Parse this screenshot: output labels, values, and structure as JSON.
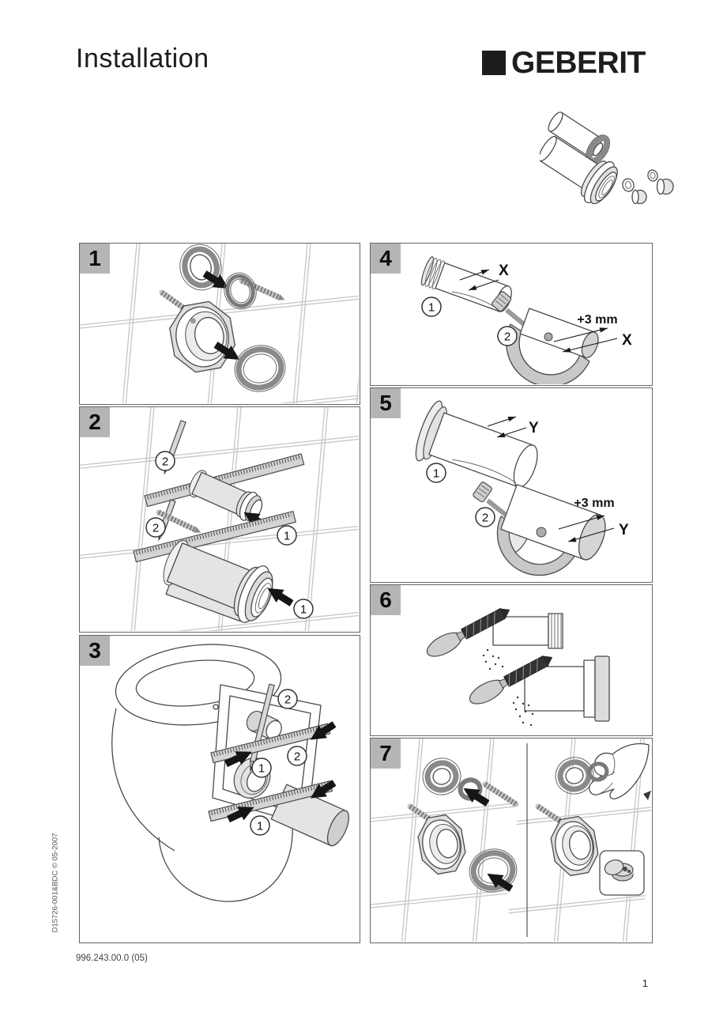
{
  "header": {
    "title": "Installation",
    "brand": "GEBERIT"
  },
  "sidebar_code": "D15726-001&BDC © 05-2007",
  "footer": {
    "article_code": "996.243.00.0 (05)",
    "page_number": "1"
  },
  "steps": {
    "s1": {
      "num": "1"
    },
    "s2": {
      "num": "2",
      "marker_pipe": "1",
      "marker_mark": "2"
    },
    "s3": {
      "num": "3",
      "marker_pipe": "1",
      "marker_mark": "2"
    },
    "s4": {
      "num": "4",
      "marker_pipe": "1",
      "marker_cutter": "2",
      "dim": "X",
      "offset": "+3 mm"
    },
    "s5": {
      "num": "5",
      "marker_pipe": "1",
      "marker_cutter": "2",
      "dim": "Y",
      "offset": "+3 mm"
    },
    "s6": {
      "num": "6"
    },
    "s7": {
      "num": "7"
    }
  }
}
